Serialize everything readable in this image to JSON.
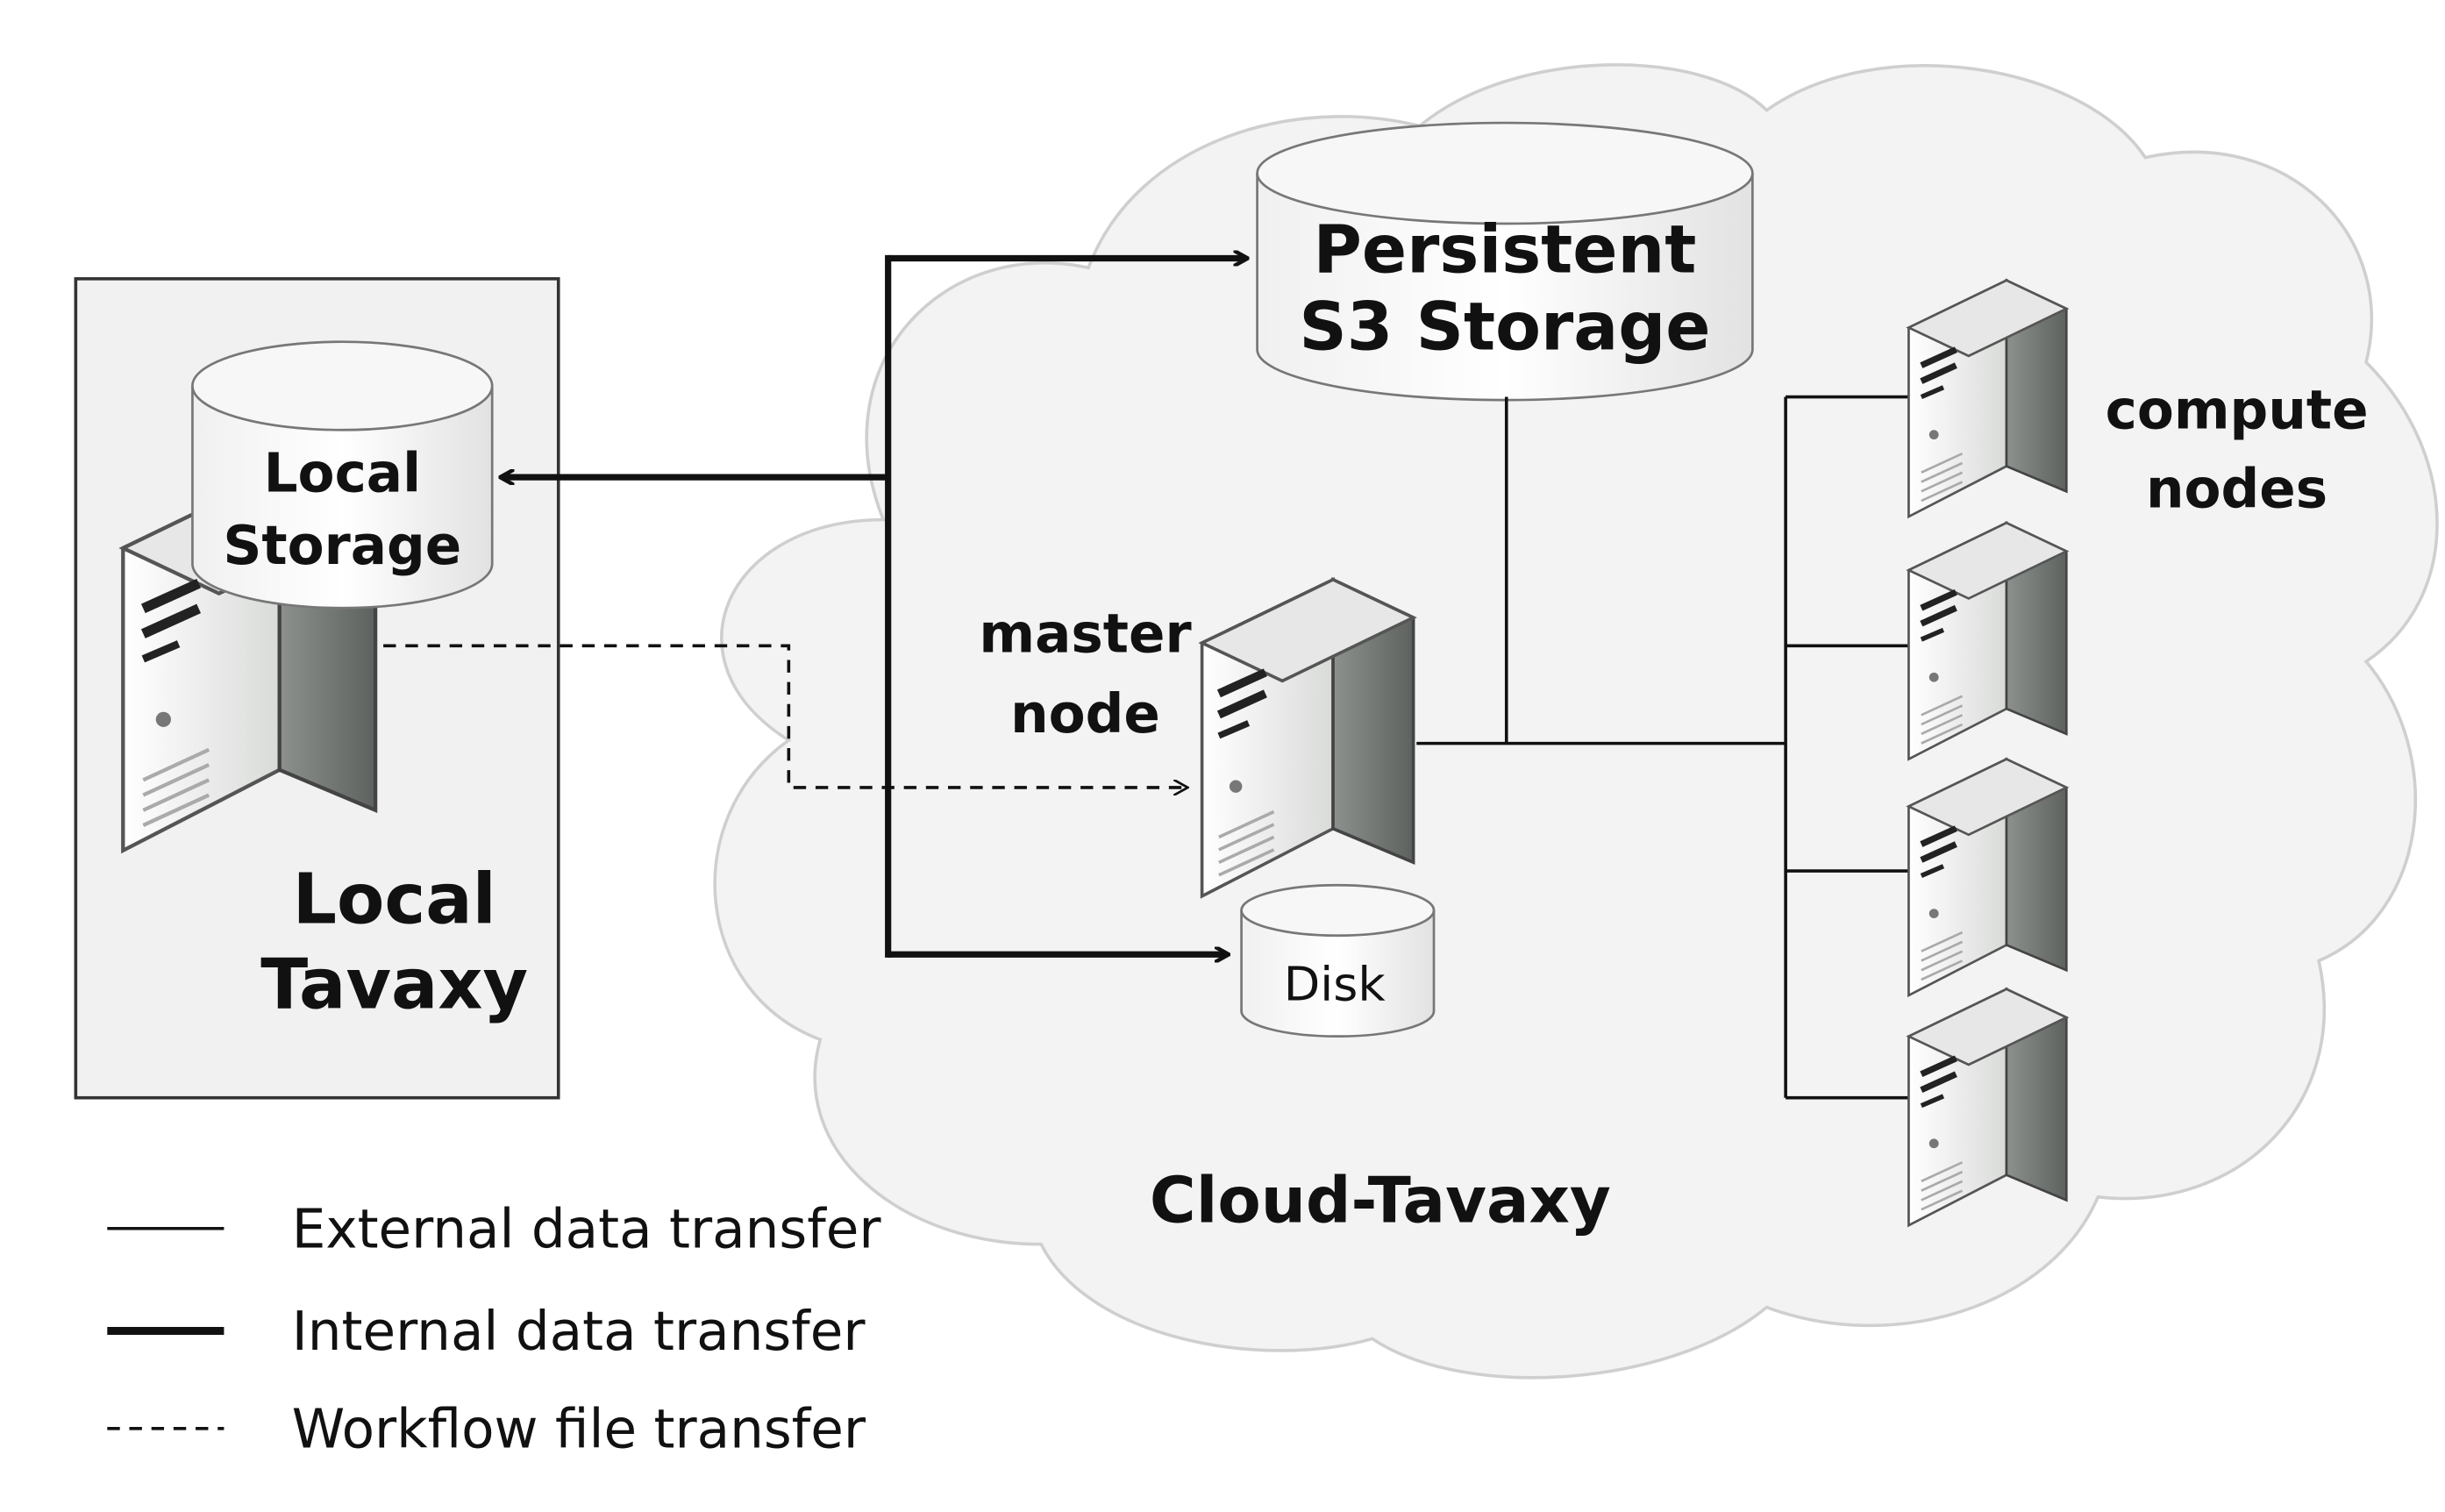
{
  "local": {
    "storage_line1": "Local",
    "storage_line2": "Storage",
    "title_line1": "Local",
    "title_line2": "Tavaxy"
  },
  "cloud": {
    "title": "Cloud-Tavaxy",
    "s3_line1": "Persistent",
    "s3_line2": "S3 Storage",
    "master_line1": "master",
    "master_line2": "node",
    "disk": "Disk",
    "compute_line1": "compute",
    "compute_line2": "nodes"
  },
  "legend": {
    "external": "External data transfer",
    "internal": "Internal data transfer",
    "workflow": "Workflow file transfer"
  },
  "colors": {
    "cloud_fill": "#f3f3f3",
    "box_fill": "#f1f1f1",
    "server_front": "#f4f4f4",
    "server_side": "#9c9f9c",
    "line": "#111111"
  }
}
